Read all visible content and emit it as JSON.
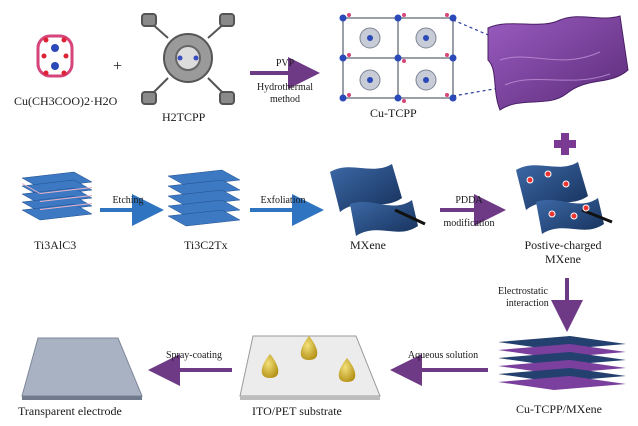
{
  "colors": {
    "purple_arrow": "#6e3a86",
    "blue_arrow": "#2f74c0",
    "layer_blue": "#3d78c2",
    "layer_pink": "#e9b5c9",
    "mof_purple": "#7b3f9e",
    "mxene_dark": "#23406e",
    "droplet": "#c9a91e"
  },
  "row1": {
    "reagent1": "Cu(CH3COO)2·H2O",
    "plus": "+",
    "reagent2": "H2TCPP",
    "arrow_top": "PVP",
    "arrow_bottom1": "Hydrothermal",
    "arrow_bottom2": "method",
    "product": "Cu-TCPP"
  },
  "row2": {
    "step1": "Ti3AlC3",
    "arrow1": "Etching",
    "step2": "Ti3C2Tx",
    "arrow2": "Exfoliation",
    "step3": "MXene",
    "arrow3_top": "PDDA",
    "arrow3_bottom": "modification",
    "step4_line1": "Postive-charged",
    "step4_line2": "MXene",
    "big_plus": "+"
  },
  "row3": {
    "down_arrow_line1": "Electrostatic",
    "down_arrow_line2": "interaction",
    "composite": "Cu-TCPP/MXene",
    "arrow1": "Aqueous solution",
    "substrate": "ITO/PET substrate",
    "arrow2": "Spray-coating",
    "final": "Transparent electrode"
  }
}
